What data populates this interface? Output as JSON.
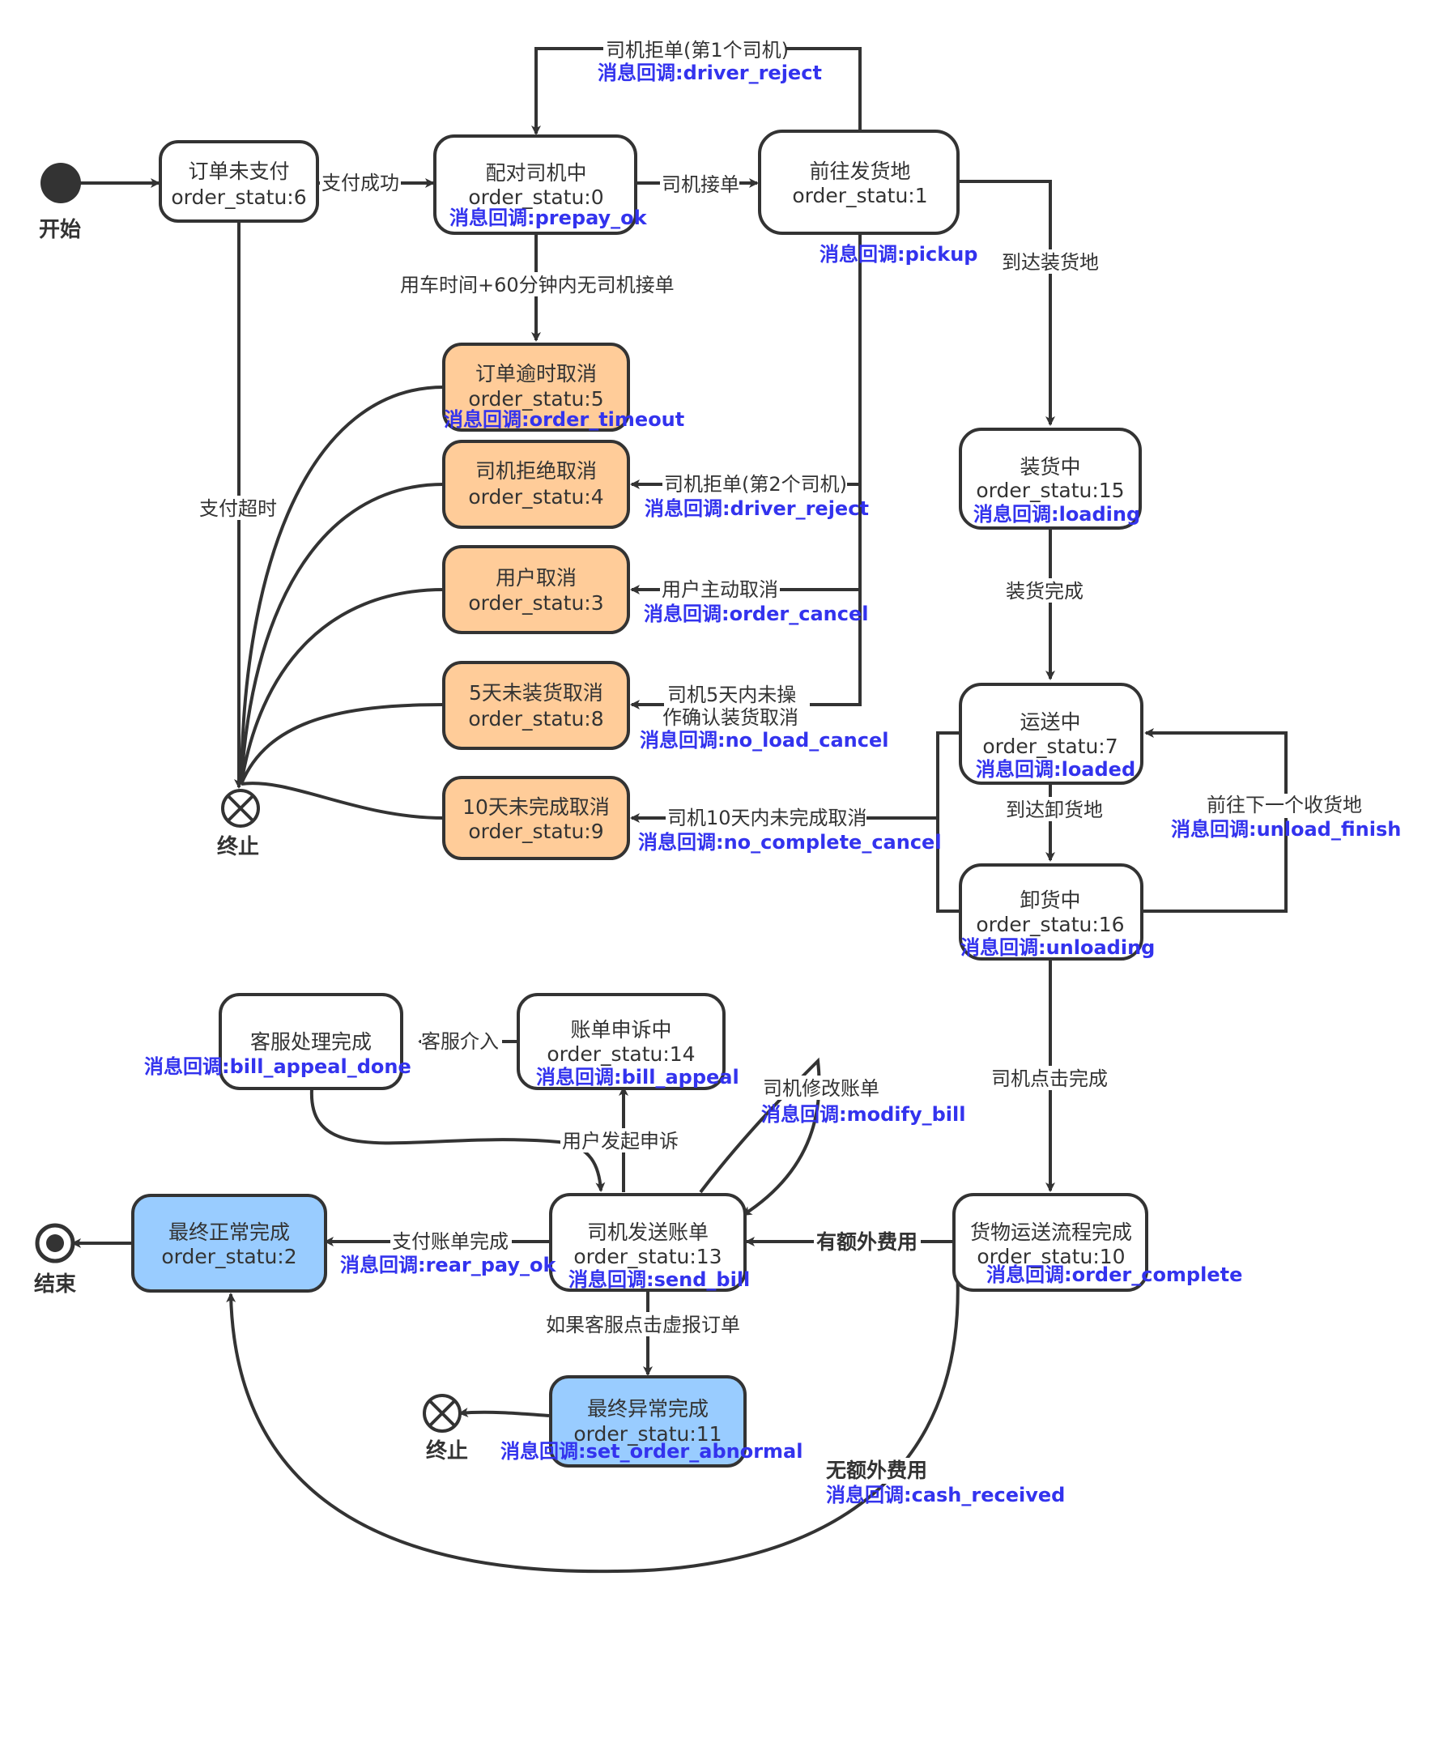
{
  "colors": {
    "normal_fill": "#ffffff",
    "cancel_fill": "#ffcc99",
    "final_fill": "#99ccff",
    "stroke": "#333333",
    "callback_text": "#3333ee"
  },
  "terminals": {
    "start_label": "开始",
    "end_label": "结束",
    "terminate_label_1": "终止",
    "terminate_label_2": "终止"
  },
  "states": {
    "s6": {
      "name": "订单未支付",
      "status": "order_statu:6"
    },
    "s0": {
      "name": "配对司机中",
      "status": "order_statu:0",
      "callback": "消息回调:prepay_ok"
    },
    "s1": {
      "name": "前往发货地",
      "status": "order_statu:1",
      "callback": "消息回调:pickup"
    },
    "s5": {
      "name": "订单逾时取消",
      "status": "order_statu:5",
      "callback": "消息回调:order_timeout"
    },
    "s4": {
      "name": "司机拒绝取消",
      "status": "order_statu:4"
    },
    "s3": {
      "name": "用户取消",
      "status": "order_statu:3"
    },
    "s8": {
      "name": "5天未装货取消",
      "status": "order_statu:8"
    },
    "s9": {
      "name": "10天未完成取消",
      "status": "order_statu:9"
    },
    "s15": {
      "name": "装货中",
      "status": "order_statu:15",
      "callback": "消息回调:loading"
    },
    "s7": {
      "name": "运送中",
      "status": "order_statu:7",
      "callback": "消息回调:loaded"
    },
    "s16": {
      "name": "卸货中",
      "status": "order_statu:16",
      "callback": "消息回调:unloading"
    },
    "s10": {
      "name": "货物运送流程完成",
      "status": "order_statu:10",
      "callback": "消息回调:order_complete"
    },
    "s13": {
      "name": "司机发送账单",
      "status": "order_statu:13",
      "callback": "消息回调:send_bill"
    },
    "s14": {
      "name": "账单申诉中",
      "status": "order_statu:14",
      "callback": "消息回调:bill_appeal"
    },
    "sdone": {
      "name": "客服处理完成",
      "callback": "消息回调:bill_appeal_done"
    },
    "s2": {
      "name": "最终正常完成",
      "status": "order_statu:2"
    },
    "s11": {
      "name": "最终异常完成",
      "status": "order_statu:11",
      "callback": "消息回调:set_order_abnormal"
    }
  },
  "transitions": {
    "pay_success": "支付成功",
    "driver_reject_first": "司机拒单(第1个司机)",
    "driver_reject_first_cb": "消息回调:driver_reject",
    "driver_accept": "司机接单",
    "no_driver_timeout": "用车时间+60分钟内无司机接单",
    "arrive_loading": "到达装货地",
    "pay_timeout": "支付超时",
    "driver_reject_second": "司机拒单(第2个司机)",
    "driver_reject_second_cb": "消息回调:driver_reject",
    "user_cancel": "用户主动取消",
    "user_cancel_cb": "消息回调:order_cancel",
    "no_load_line1": "司机5天内未操",
    "no_load_line2": "作确认装货取消",
    "no_load_cb": "消息回调:no_load_cancel",
    "no_complete": "司机10天内未完成取消",
    "no_complete_cb": "消息回调:no_complete_cancel",
    "loading_done": "装货完成",
    "arrive_unloading": "到达卸货地",
    "next_receiver": "前往下一个收货地",
    "next_receiver_cb": "消息回调:unload_finish",
    "driver_click_done": "司机点击完成",
    "extra_fee": "有额外费用",
    "no_extra_fee": "无额外费用",
    "no_extra_fee_cb": "消息回调:cash_received",
    "service_intervene": "客服介入",
    "user_appeal": "用户发起申诉",
    "driver_modify_bill": "司机修改账单",
    "driver_modify_bill_cb": "消息回调:modify_bill",
    "pay_bill_done": "支付账单完成",
    "pay_bill_done_cb": "消息回调:rear_pay_ok",
    "fake_order": "如果客服点击虚报订单"
  }
}
